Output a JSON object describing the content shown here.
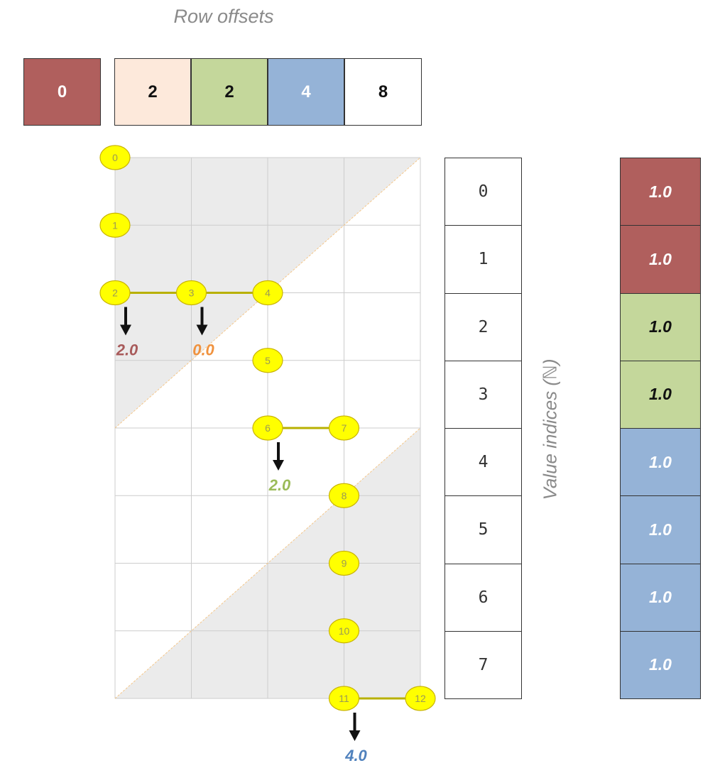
{
  "title": "Row offsets",
  "row_offsets": {
    "first": "0",
    "rest": [
      "2",
      "2",
      "4",
      "8"
    ]
  },
  "value_indices": {
    "label": "Value indices (ℕ)",
    "items": [
      "0",
      "1",
      "2",
      "3",
      "4",
      "5",
      "6",
      "7"
    ]
  },
  "values": [
    "1.0",
    "1.0",
    "1.0",
    "1.0",
    "1.0",
    "1.0",
    "1.0",
    "1.0"
  ],
  "path": {
    "nodes": [
      "0",
      "1",
      "2",
      "3",
      "4",
      "5",
      "6",
      "7",
      "8",
      "9",
      "10",
      "11",
      "12"
    ],
    "node_cells": [
      [
        0,
        0
      ],
      [
        0,
        1
      ],
      [
        0,
        2
      ],
      [
        1,
        2
      ],
      [
        2,
        2
      ],
      [
        2,
        3
      ],
      [
        2,
        4
      ],
      [
        3,
        4
      ],
      [
        3,
        5
      ],
      [
        3,
        6
      ],
      [
        3,
        7
      ],
      [
        3,
        8
      ],
      [
        4,
        8
      ]
    ],
    "segments": [
      {
        "from": 0,
        "to": 2,
        "type": "vertical",
        "group": "red"
      },
      {
        "from": 2,
        "to": 4,
        "type": "horizontal",
        "group": "olive"
      },
      {
        "from": 4,
        "to": 6,
        "type": "vertical",
        "group": "green"
      },
      {
        "from": 6,
        "to": 7,
        "type": "horizontal",
        "group": "olive"
      },
      {
        "from": 7,
        "to": 11,
        "type": "vertical",
        "group": "blue"
      },
      {
        "from": 11,
        "to": 12,
        "type": "horizontal",
        "group": "olive"
      }
    ],
    "outputs": [
      {
        "node": 2,
        "value": "2.0",
        "color": "#a85a5a"
      },
      {
        "node": 3,
        "value": "0.0",
        "color": "#f0923e"
      },
      {
        "node": 6,
        "value": "2.0",
        "color": "#9bbb59"
      },
      {
        "node": 11,
        "value": "4.0",
        "color": "#4f81bd"
      }
    ]
  },
  "colors": {
    "red": "#b05f5d",
    "peach": "#fde9db",
    "green": "#c4d79b",
    "blue": "#95b3d7",
    "white": "#ffffff",
    "node_fill": "#ffff00",
    "node_stroke": "#c9b400",
    "olive_line": "#b8b000",
    "grid": "#cccccc",
    "shade": "#ebebeb",
    "diagonal": "#f5c78a"
  },
  "row_offset_colors": [
    "#fde9db",
    "#c4d79b",
    "#95b3d7",
    "#ffffff"
  ],
  "row_offset_text_colors": [
    "#111111",
    "#111111",
    "#ffffff",
    "#111111"
  ],
  "value_colors": [
    "#b05f5d",
    "#b05f5d",
    "#c4d79b",
    "#c4d79b",
    "#95b3d7",
    "#95b3d7",
    "#95b3d7",
    "#95b3d7"
  ],
  "value_text_colors": [
    "#ffffff",
    "#ffffff",
    "#111111",
    "#111111",
    "#ffffff",
    "#ffffff",
    "#ffffff",
    "#ffffff"
  ]
}
